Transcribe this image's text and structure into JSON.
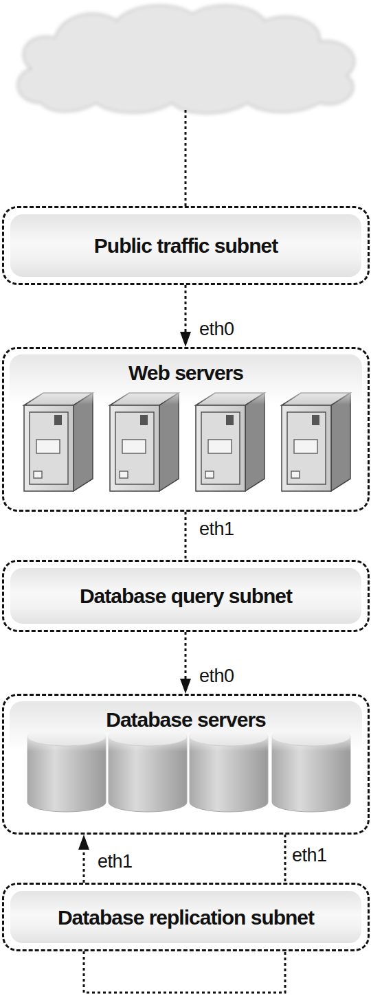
{
  "diagram": {
    "nodes": [
      {
        "text": [
          "Public traffic subnet"
        ]
      },
      {
        "text": [
          "Web servers"
        ]
      },
      {
        "text": [
          "Database query subnet"
        ]
      },
      {
        "text": [
          "Database servers"
        ]
      },
      {
        "text": [
          "Database replication subnet"
        ]
      }
    ],
    "edges": [
      {
        "from": 0,
        "to": 1,
        "arrow": "to",
        "label": "eth0"
      },
      {
        "from": 1,
        "to": 2,
        "arrow": "none",
        "label": "eth1"
      },
      {
        "from": 2,
        "to": 3,
        "arrow": "to",
        "label": "eth0"
      },
      {
        "from": 4,
        "to": 3,
        "arrow": "to",
        "label": "eth1"
      },
      {
        "from": 3,
        "to": 4,
        "arrow": "none",
        "label": "eth1"
      }
    ]
  }
}
